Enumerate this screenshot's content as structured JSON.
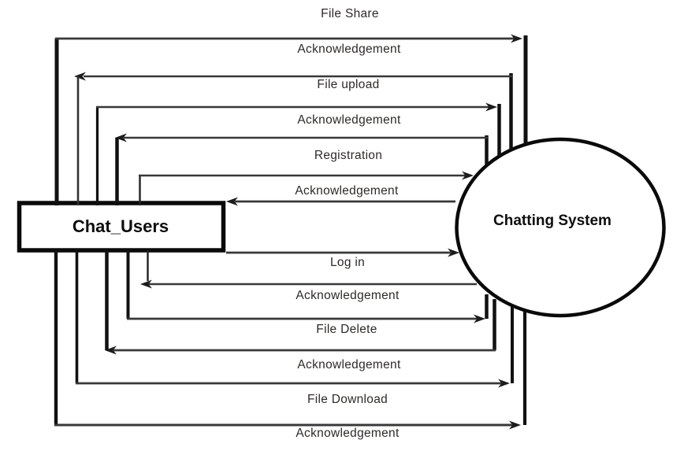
{
  "nodes": {
    "user": {
      "label": "Chat_Users",
      "shape": "rectangle"
    },
    "system": {
      "label": "Chatting System",
      "shape": "ellipse"
    }
  },
  "messages": [
    {
      "label": "File Share",
      "from": "Chat_Users",
      "to": "Chatting System",
      "arrow": "right"
    },
    {
      "label": "Acknowledgement",
      "from": "Chatting System",
      "to": "Chat_Users",
      "arrow": "left"
    },
    {
      "label": "File upload",
      "from": "Chat_Users",
      "to": "Chatting System",
      "arrow": "right"
    },
    {
      "label": "Acknowledgement",
      "from": "Chatting System",
      "to": "Chat_Users",
      "arrow": "left"
    },
    {
      "label": "Registration",
      "from": "Chat_Users",
      "to": "Chatting System",
      "arrow": "right"
    },
    {
      "label": "Acknowledgement",
      "from": "Chatting System",
      "to": "Chat_Users",
      "arrow": "left"
    },
    {
      "label": "Log in",
      "from": "Chat_Users",
      "to": "Chatting System",
      "arrow": "right"
    },
    {
      "label": "Acknowledgement",
      "from": "Chatting System",
      "to": "Chat_Users",
      "arrow": "left"
    },
    {
      "label": "File Delete",
      "from": "Chat_Users",
      "to": "Chatting System",
      "arrow": "right"
    },
    {
      "label": "Acknowledgement",
      "from": "Chatting System",
      "to": "Chat_Users",
      "arrow": "left"
    },
    {
      "label": "File Download",
      "from": "Chat_Users",
      "to": "Chatting System",
      "arrow": "right"
    },
    {
      "label": "Acknowledgement",
      "from": "Chat_Users",
      "to": "Chatting System",
      "arrow": "right"
    }
  ],
  "colors": {
    "line": "#383838",
    "thick_line": "#111111",
    "node_border": "#0a0a0a",
    "text": "#2d2b28",
    "background": "#ffffff"
  }
}
